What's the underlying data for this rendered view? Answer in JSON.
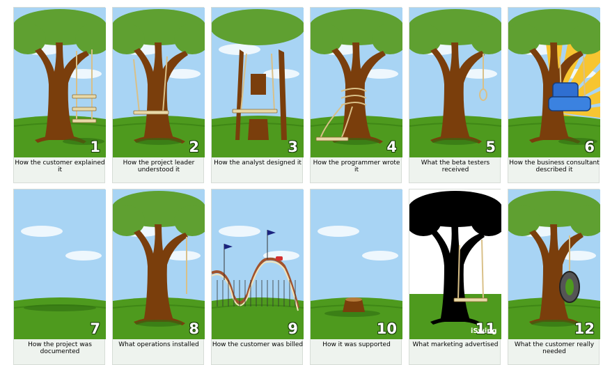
{
  "colors": {
    "sky": "#a8d4f4",
    "grass": "#4e9a1e",
    "trunk": "#7a3e0c",
    "leaves": "#5fa031",
    "rope": "#d9c088",
    "seat": "#e8d9a8"
  },
  "panels": [
    {
      "number": "1",
      "caption": "How the customer explained it",
      "scene": "three-board-swing"
    },
    {
      "number": "2",
      "caption": "How the project leader understood it",
      "scene": "swing-on-trunk"
    },
    {
      "number": "3",
      "caption": "How the analyst designed it",
      "scene": "swing-through-cut-trunk"
    },
    {
      "number": "4",
      "caption": "How the programmer wrote it",
      "scene": "swing-tied-around-trunk"
    },
    {
      "number": "5",
      "caption": "What the beta testers received",
      "scene": "noose-rope"
    },
    {
      "number": "6",
      "caption": "How the business consultant described it",
      "scene": "armchair-swing"
    },
    {
      "number": "7",
      "caption": "How the project was documented",
      "scene": "empty-field"
    },
    {
      "number": "8",
      "caption": "What operations installed",
      "scene": "single-rope"
    },
    {
      "number": "9",
      "caption": "How the customer was billed",
      "scene": "roller-coaster"
    },
    {
      "number": "10",
      "caption": "How it was supported",
      "scene": "tree-stump"
    },
    {
      "number": "11",
      "caption": "What marketing advertised",
      "scene": "silhouette-swing",
      "brand": "iSwing"
    },
    {
      "number": "12",
      "caption": "What the customer really needed",
      "scene": "tire-swing"
    }
  ]
}
